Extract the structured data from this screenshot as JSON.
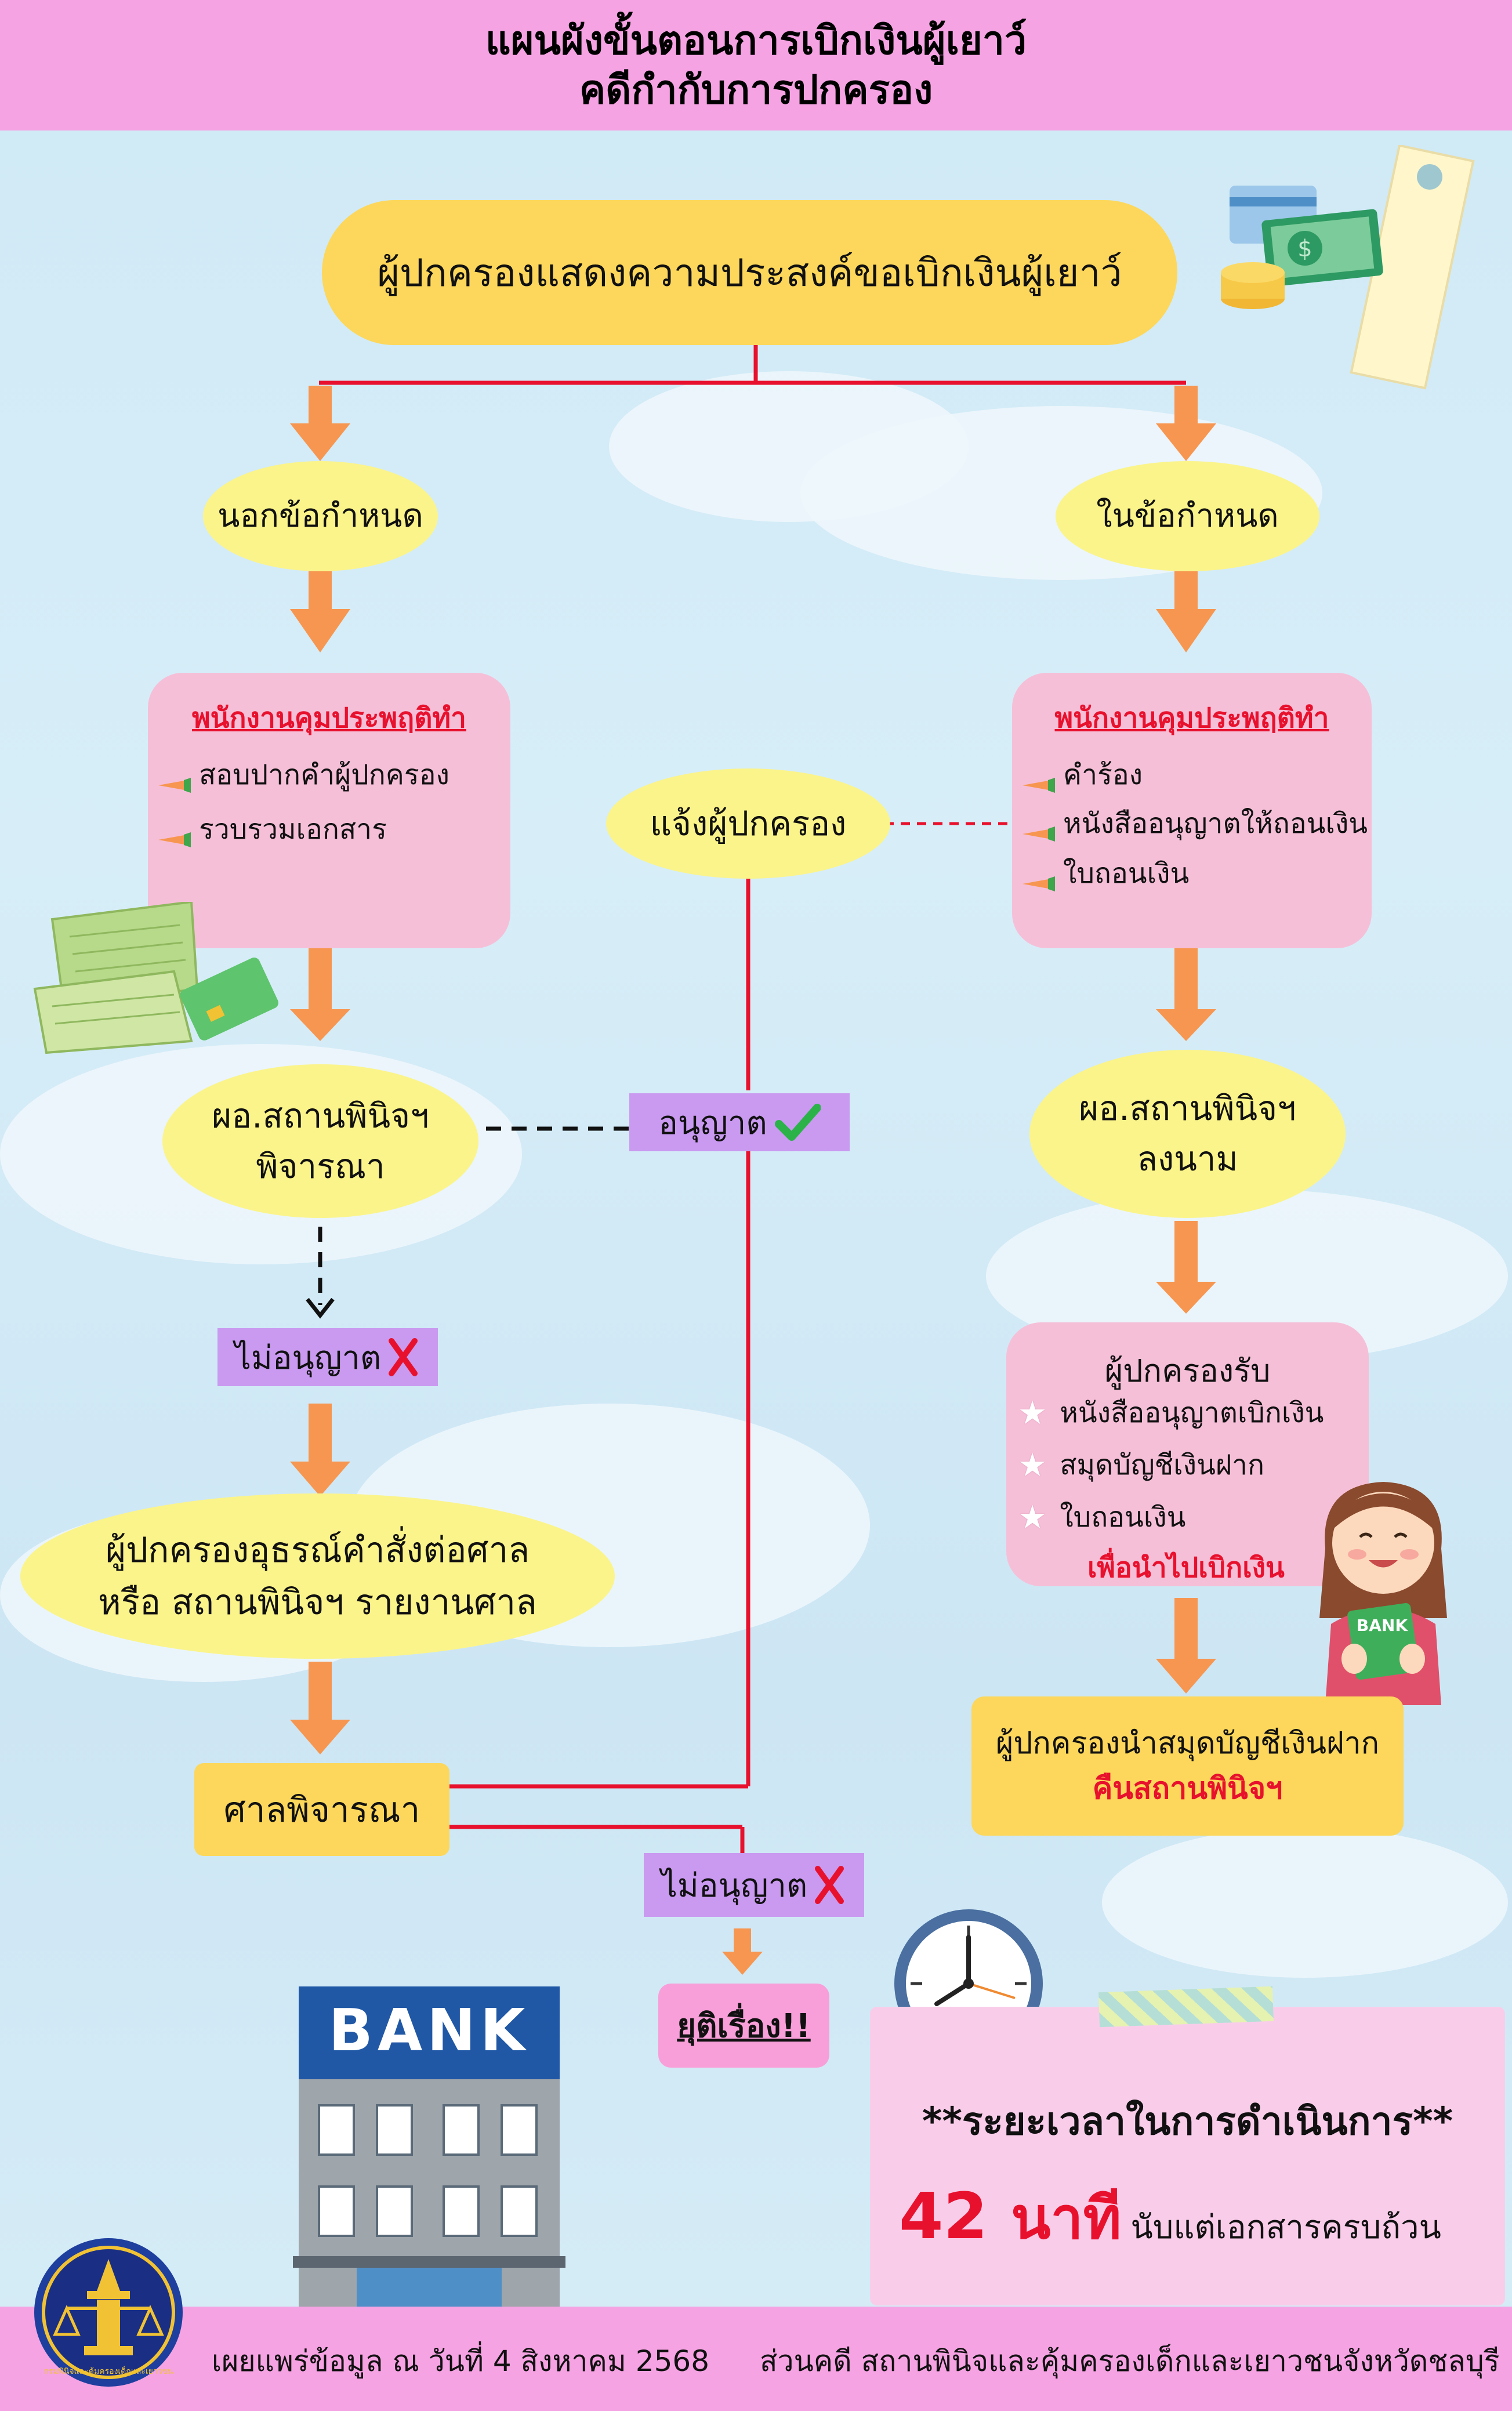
{
  "header": {
    "title_line1": "แผนผังขั้นตอนการเบิกเงินผู้เยาว์",
    "title_line2": "คดีกำกับการปกครอง"
  },
  "start": "ผู้ปกครองแสดงความประสงค์ขอเบิกเงินผู้เยาว์",
  "left": {
    "branch": "นอกข้อกำหนด",
    "officer": {
      "heading": "พนักงานคุมประพฤติทำ",
      "items": [
        "สอบปากคำผู้ปกครอง",
        "รวบรวมเอกสาร"
      ]
    },
    "director_line1": "ผอ.สถานพินิจฯ",
    "director_line2": "พิจารณา",
    "not_allowed": "ไม่อนุญาต",
    "petition_line1": "ผู้ปกครองอุธรณ์คำสั่งต่อศาล",
    "petition_line2": "หรือ สถานพินิจฯ รายงานศาล",
    "court": "ศาลพิจารณา"
  },
  "center": {
    "notify": "แจ้งผู้ปกครอง",
    "allowed": "อนุญาต",
    "court_not_allowed": "ไม่อนุญาต",
    "end": "ยุติเรื่อง!!"
  },
  "right": {
    "branch": "ในข้อกำหนด",
    "officer": {
      "heading": "พนักงานคุมประพฤติทำ",
      "items": [
        "คำร้อง",
        "หนังสืออนุญาตให้ถอนเงิน",
        "ใบถอนเงิน"
      ]
    },
    "director_line1": "ผอ.สถานพินิจฯ",
    "director_line2": "ลงนาม",
    "receive": {
      "heading": "ผู้ปกครองรับ",
      "items": [
        "หนังสืออนุญาตเบิกเงิน",
        "สมุดบัญชีเงินฝาก",
        "ใบถอนเงิน"
      ],
      "note": "เพื่อนำไปเบิกเงิน"
    },
    "return_line1": "ผู้ปกครองนำสมุดบัญชีเงินฝาก",
    "return_line2": "คืนสถานพินิจฯ"
  },
  "timing": {
    "label": "**ระยะเวลาในการดำเนินการ**",
    "number": "42",
    "unit": "นาที",
    "suffix": "นับแต่เอกสารครบถ้วน"
  },
  "bank_sign": "BANK",
  "bank_card": "BANK",
  "footer": {
    "published": "เผยแพร่ข้อมูล ณ วันที่ 4 สิงหาคม 2568",
    "division": "ส่วนคดี สถานพินิจและคุ้มครองเด็กและเยาวชนจังหวัดชลบุรี",
    "logo_text": "กรมพินิจและคุ้มครองเด็กและเยาวชน"
  },
  "colors": {
    "header": "#f6a3e3",
    "yellow_ellipse": "#fbf48a",
    "pill": "#fcd75b",
    "pink_box": "#f6bfd8",
    "purple_tag": "#c99af0",
    "arrow": "#f79650",
    "connector": "#e8112d"
  }
}
